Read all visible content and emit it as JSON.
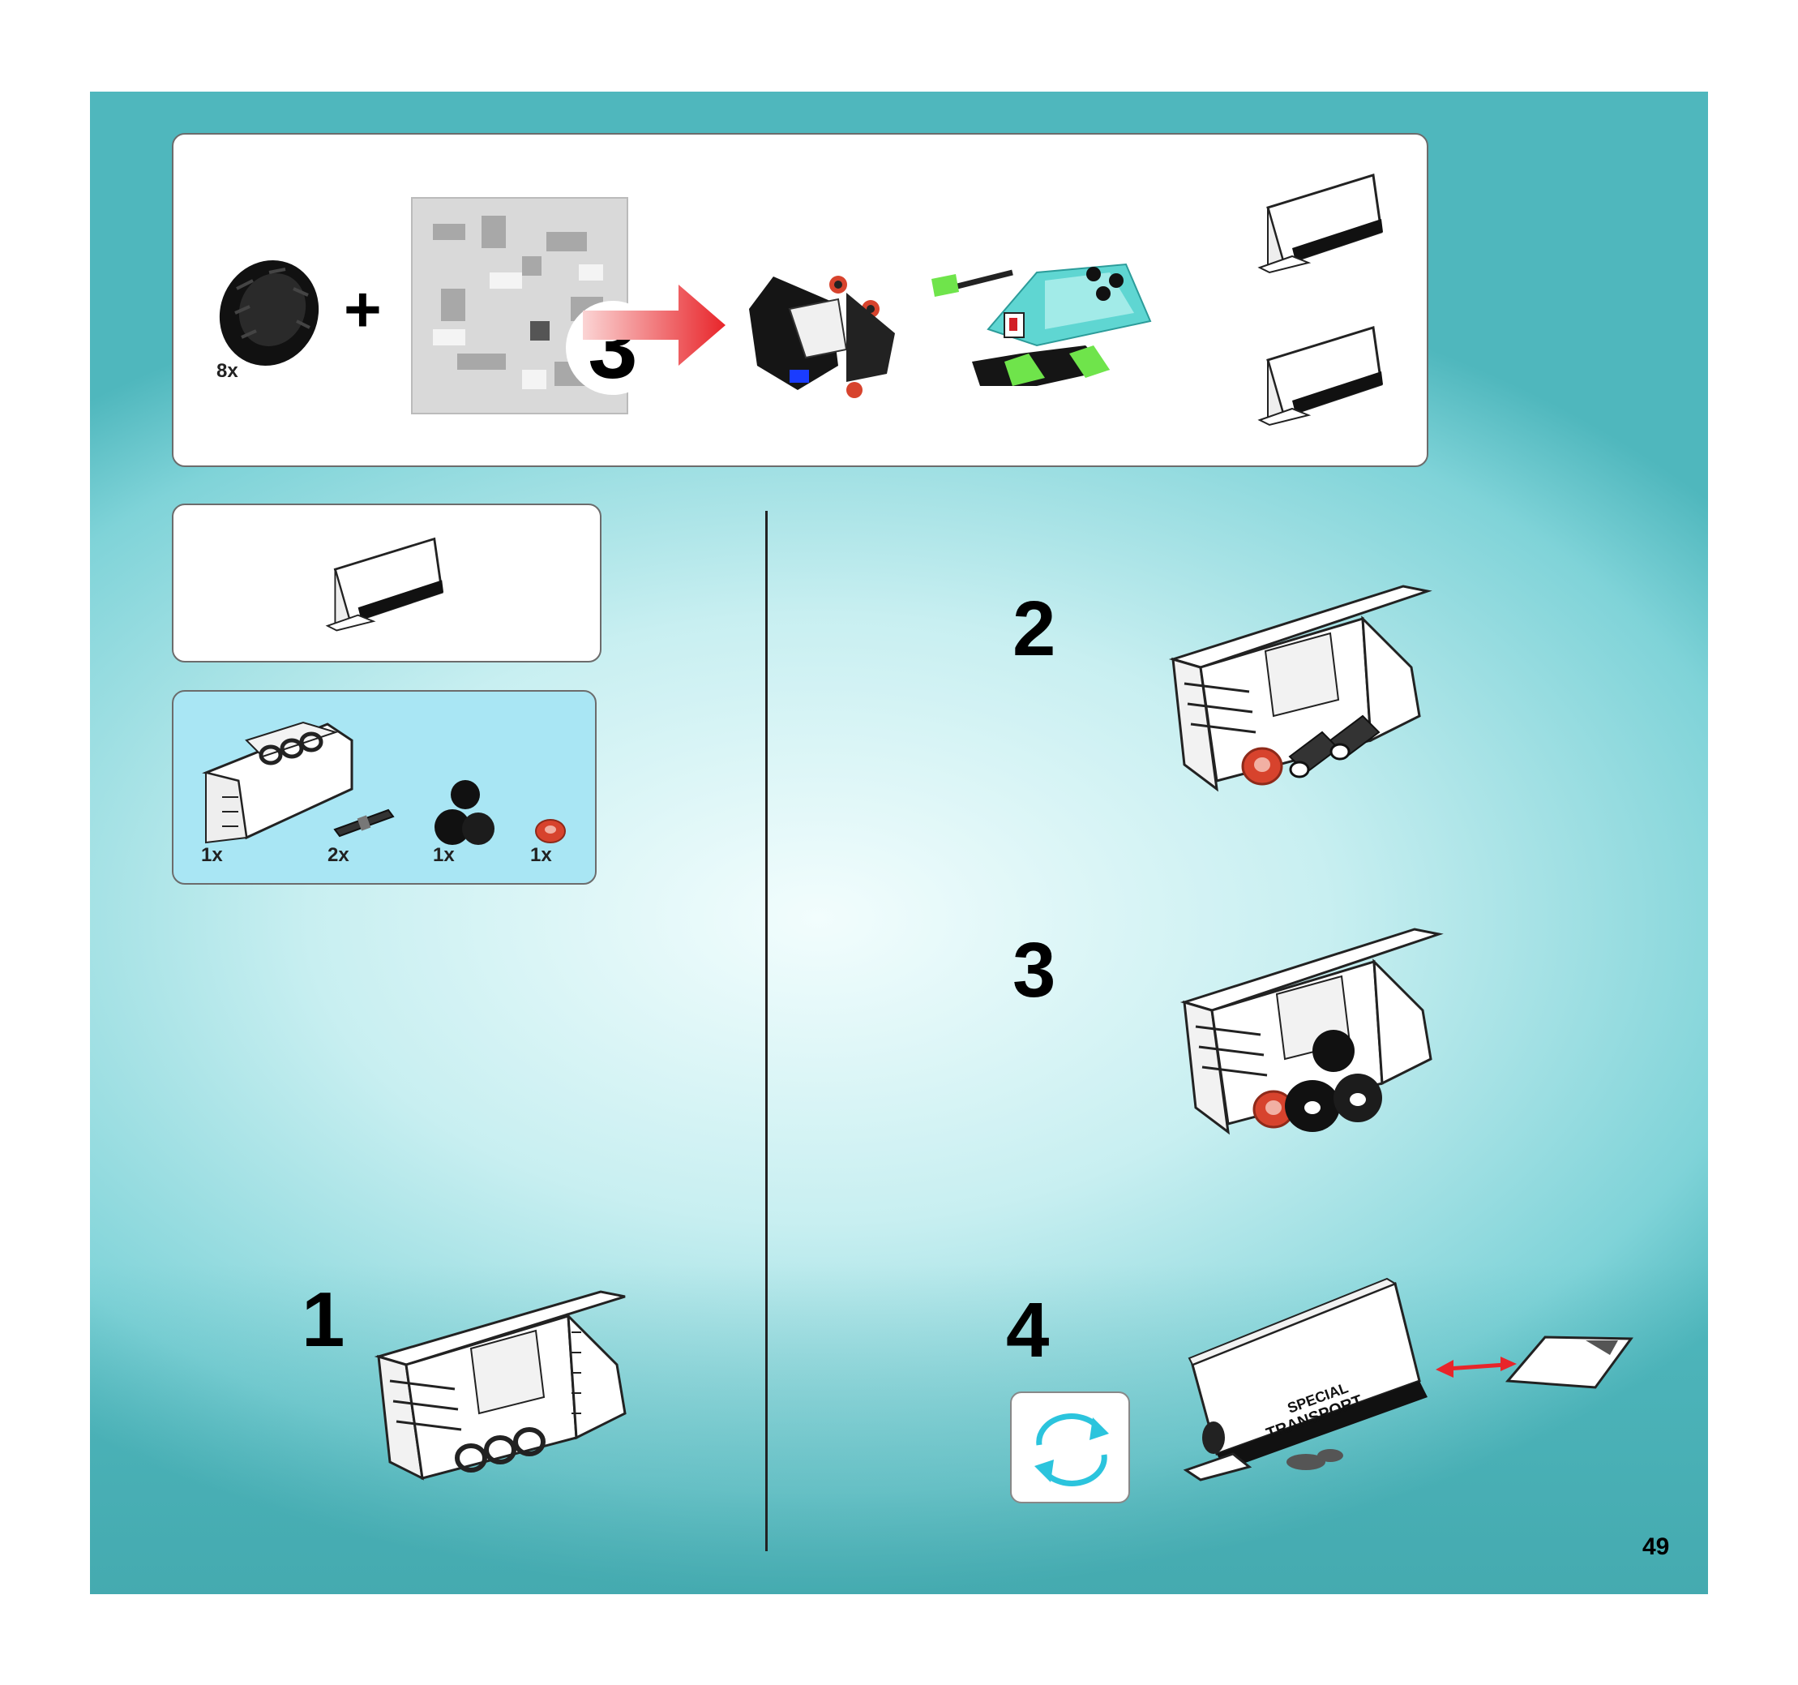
{
  "header": {
    "tire_qty": "8x",
    "plus_sign": "+",
    "bag_number": "3"
  },
  "parts_list": {
    "items": [
      {
        "qty": "1x",
        "icon": "panel-with-holes-icon"
      },
      {
        "qty": "2x",
        "icon": "axle-pin-icon"
      },
      {
        "qty": "1x",
        "icon": "black-connector-icon"
      },
      {
        "qty": "1x",
        "icon": "red-bush-icon"
      }
    ]
  },
  "steps": [
    {
      "number": "1"
    },
    {
      "number": "2"
    },
    {
      "number": "3"
    },
    {
      "number": "4"
    }
  ],
  "sticker_text_line1": "SPECIAL",
  "sticker_text_line2": "TRANSPORT",
  "page_number": "49",
  "colors": {
    "accent_red": "#e8252a",
    "trans_teal": "#5fd6d2",
    "parts_bg": "#a9e6f4",
    "rotate_arrow": "#2bc4dd"
  }
}
